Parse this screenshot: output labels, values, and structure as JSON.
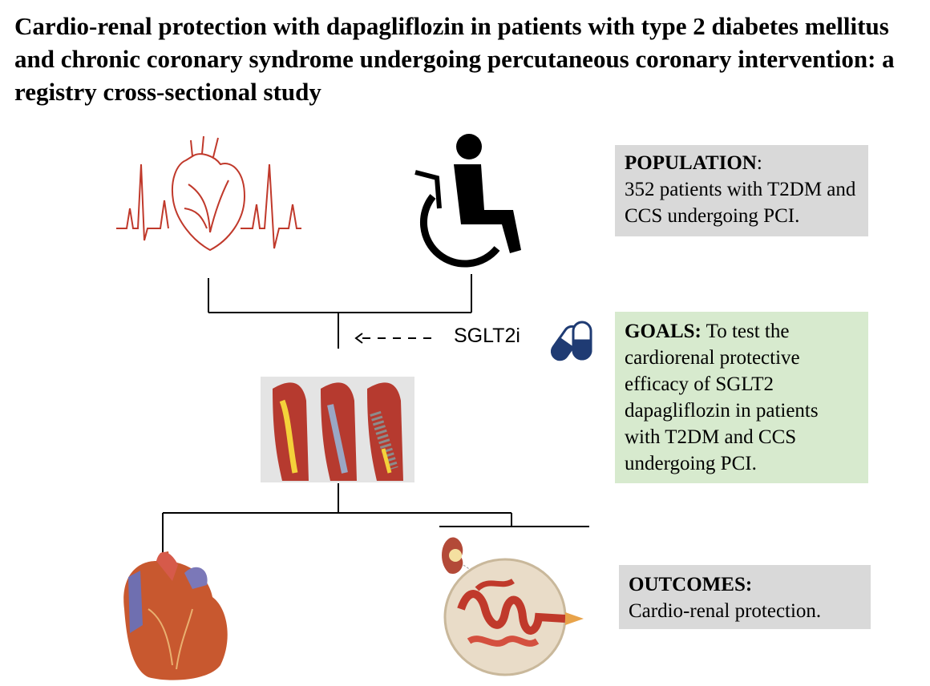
{
  "title": "Cardio-renal protection with dapagliflozin in patients with type 2 diabetes mellitus and chronic coronary syndrome undergoing percutaneous coronary intervention: a registry cross-sectional study",
  "population": {
    "label": "POPULATION",
    "suffix": ":",
    "text": "352 patients with T2DM and CCS undergoing PCI."
  },
  "goals": {
    "label": "GOALS:",
    "text": "To test the cardiorenal protective efficacy of SGLT2 dapagliflozin in patients with T2DM and CCS undergoing PCI."
  },
  "outcomes": {
    "label": "OUTCOMES:",
    "text": "Cardio-renal protection."
  },
  "drug_label": "SGLT2i",
  "icons": [
    "heart-ecg-icon",
    "wheelchair-icon",
    "pill-capsules-icon",
    "artery-stent-icon",
    "anatomical-heart-icon",
    "kidney-nephron-icon"
  ],
  "colors": {
    "ecg_red": "#c0392b",
    "pill_blue": "#1f3b73",
    "goals_bg": "#d7eace",
    "box_gray": "#d9d9d9"
  }
}
